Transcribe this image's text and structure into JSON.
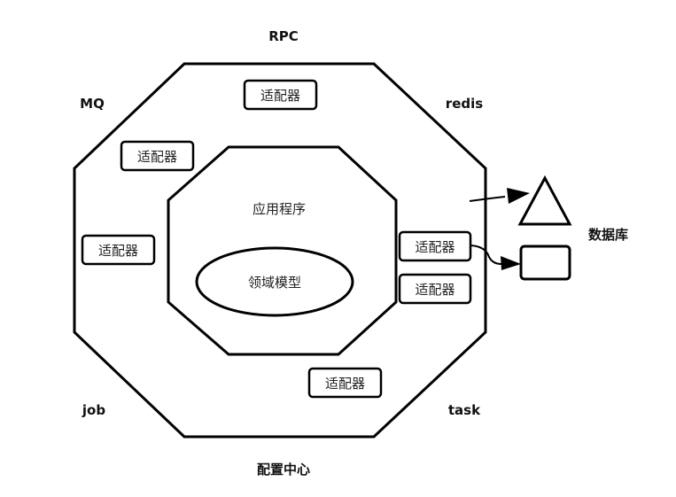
{
  "ring_labels": {
    "top": "RPC",
    "top_left": "MQ",
    "top_right": "redis",
    "bottom_left": "job",
    "bottom_right": "task",
    "bottom": "配置中心"
  },
  "inner": {
    "application": "应用程序",
    "domain_model": "领域模型"
  },
  "adapters": [
    {
      "label": "适配器"
    },
    {
      "label": "适配器"
    },
    {
      "label": "适配器"
    },
    {
      "label": "适配器"
    },
    {
      "label": "适配器"
    },
    {
      "label": "适配器"
    }
  ],
  "database_label": "数据库"
}
